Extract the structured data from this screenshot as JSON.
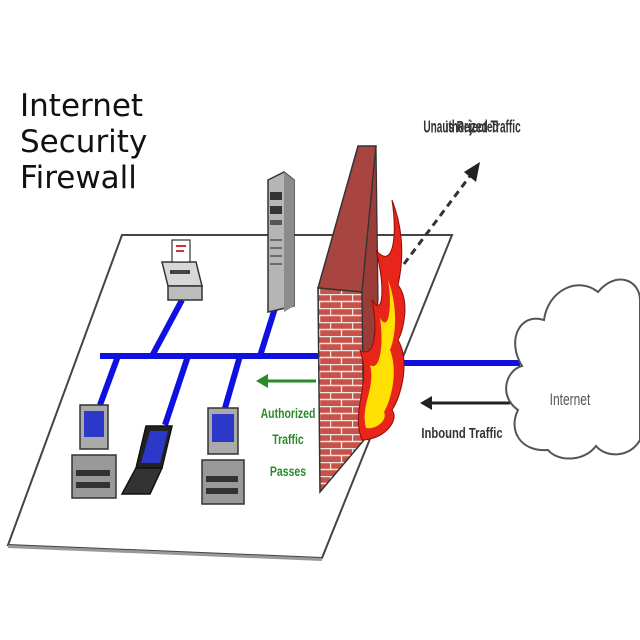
{
  "title": {
    "line1": "Internet",
    "line2": "Security",
    "line3": "Firewall"
  },
  "labels": {
    "rejected_line1": "Unauthorized Traffic",
    "rejected_line2": "is Rejected",
    "authorized_line1": "Authorized",
    "authorized_line2": "Traffic",
    "authorized_line3": "Passes",
    "inbound": "Inbound Traffic",
    "cloud": "Internet"
  },
  "colors": {
    "network_line": "#1010e0",
    "authorized_text": "#2a8a2a",
    "brick": "#c8524a",
    "flame_outer": "#e8251a",
    "flame_inner": "#ffe000"
  }
}
